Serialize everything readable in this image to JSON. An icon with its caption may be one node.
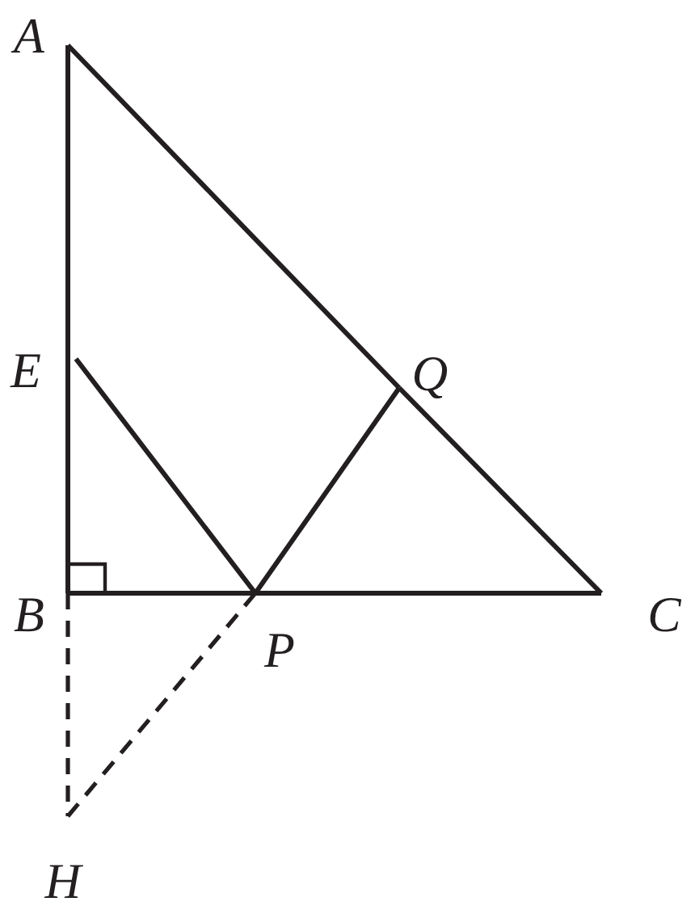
{
  "diagram": {
    "nodes": [
      {
        "text": [
          "A"
        ]
      },
      {
        "text": [
          "E"
        ]
      },
      {
        "text": [
          "B"
        ]
      },
      {
        "text": [
          "P"
        ]
      },
      {
        "text": [
          "C"
        ]
      },
      {
        "text": [
          "Q"
        ]
      },
      {
        "text": [
          "H"
        ]
      }
    ],
    "edges": [
      {
        "from": 0,
        "to": 1,
        "arrow": "none"
      },
      {
        "from": 1,
        "to": 2,
        "arrow": "none"
      },
      {
        "from": 2,
        "to": 3,
        "arrow": "none"
      },
      {
        "from": 3,
        "to": 4,
        "arrow": "none"
      },
      {
        "from": 0,
        "to": 5,
        "arrow": "none"
      },
      {
        "from": 5,
        "to": 4,
        "arrow": "none"
      },
      {
        "from": 1,
        "to": 3,
        "arrow": "none"
      },
      {
        "from": 3,
        "to": 5,
        "arrow": "none"
      },
      {
        "from": 2,
        "to": 6,
        "arrow": "none",
        "style": "dashed"
      },
      {
        "from": 6,
        "to": 3,
        "arrow": "none",
        "style": "dashed"
      }
    ]
  }
}
